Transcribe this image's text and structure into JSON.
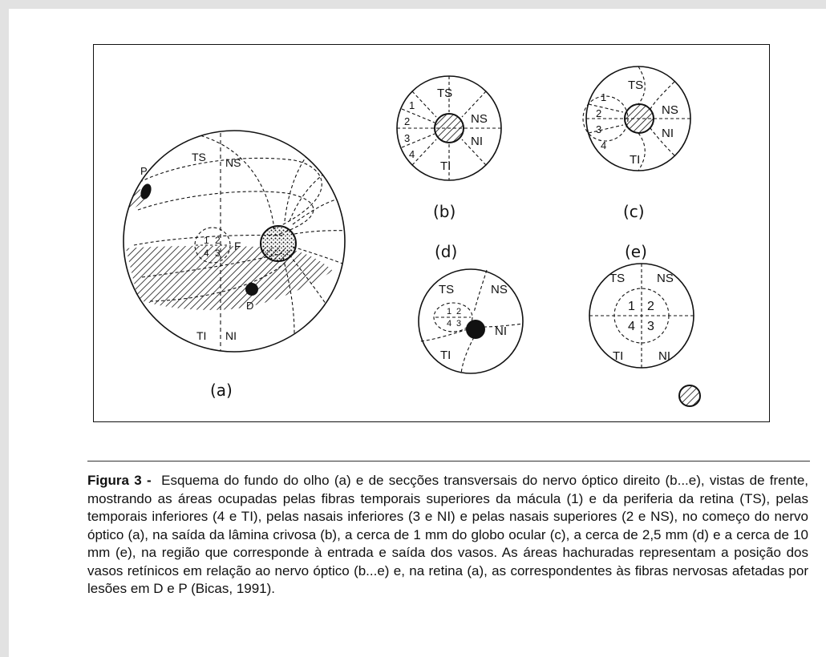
{
  "figure": {
    "panel_labels": {
      "a": "(a)",
      "b": "(b)",
      "c": "(c)",
      "d": "(d)",
      "e": "(e)"
    },
    "quadrants": {
      "ts": "TS",
      "ns": "NS",
      "ni": "NI",
      "ti": "TI"
    },
    "fibers": {
      "f1": "1",
      "f2": "2",
      "f3": "3",
      "f4": "4"
    },
    "points": {
      "f": "F",
      "p": "P",
      "d": "D"
    }
  },
  "caption": {
    "label": "Figura 3 -",
    "text": "Esquema do fundo do olho (a) e de  secções transversais do nervo óptico direito (b...e),  vistas de frente, mostrando as áreas  ocupadas pelas fibras temporais superiores da mácula (1) e da periferia da retina (TS), pelas temporais inferiores (4 e TI), pelas nasais inferiores (3 e NI) e pelas nasais superiores (2 e NS), no começo do nervo óptico (a), na saída da lâmina crivosa (b), a cerca de 1 mm do globo ocular (c), a cerca de 2,5 mm (d) e a cerca de 10 mm (e), na região que corresponde à entrada e  saída dos vasos. As áreas hachuradas representam a posição dos vasos retínicos em relação ao nervo óptico (b...e) e, na retina (a), as correspondentes às fibras nervosas afetadas por lesões em D e P (Bicas, 1991)."
  },
  "colors": {
    "background": "#e2e2e2",
    "page": "#ffffff",
    "ink": "#111111"
  }
}
